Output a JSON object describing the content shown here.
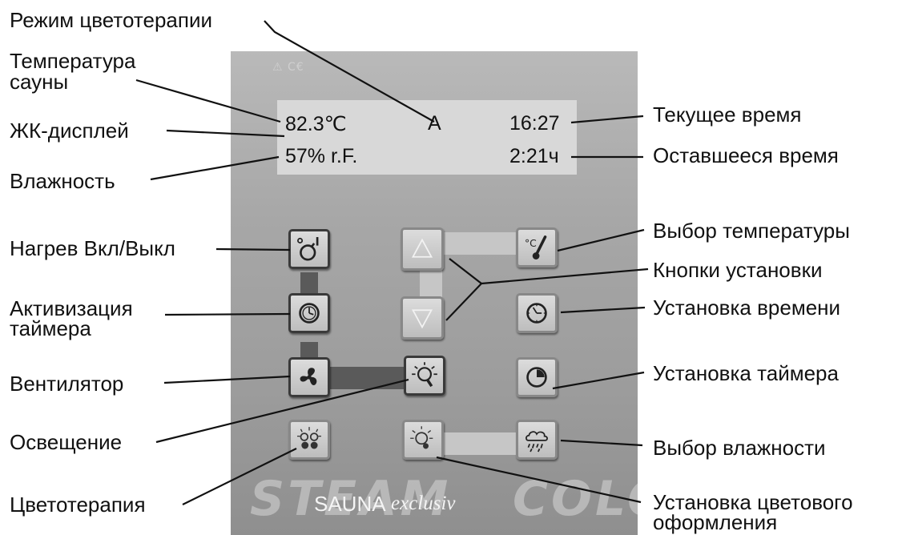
{
  "labels": {
    "color_mode": "Режим цветотерапии",
    "sauna_temp_l1": "Температура",
    "sauna_temp_l2": "сауны",
    "lcd_display": "ЖК-дисплей",
    "humidity": "Влажность",
    "heat_onoff": "Нагрев Вкл/Выкл",
    "timer_activate_l1": "Активизация",
    "timer_activate_l2": "таймера",
    "fan": "Вентилятор",
    "lighting": "Освещение",
    "color_therapy": "Цветотерапия",
    "current_time": "Текущее время",
    "remaining_time": "Оставшееся время",
    "temp_select": "Выбор температуры",
    "setting_buttons": "Кнопки установки",
    "time_setting": "Установка времени",
    "timer_setting": "Установка таймера",
    "humidity_select": "Выбор влажности",
    "color_design_l1": "Установка цветового",
    "color_design_l2": "оформления"
  },
  "lcd": {
    "temperature": "82.3℃",
    "mode": "A",
    "clock": "16:27",
    "humidity": "57% r.F.",
    "remaining": "2:21ч"
  },
  "panel": {
    "cert": "⚠ C€",
    "watermark_left": "STEAM",
    "watermark_right": "COLOR",
    "brand_main": "SAUNA",
    "brand_sub": "exclusiv"
  },
  "buttons": [
    {
      "name": "heat-onoff-button",
      "icon": "power-dial-icon"
    },
    {
      "name": "timer-activate-button",
      "icon": "clock-icon"
    },
    {
      "name": "fan-button",
      "icon": "fan-icon"
    },
    {
      "name": "color-therapy-button",
      "icon": "multi-bulb-icon"
    },
    {
      "name": "up-button",
      "icon": "triangle-up-icon"
    },
    {
      "name": "down-button",
      "icon": "triangle-down-icon"
    },
    {
      "name": "light-button",
      "icon": "lightbulb-icon"
    },
    {
      "name": "color-design-button",
      "icon": "bulb-rays-icon"
    },
    {
      "name": "temp-select-button",
      "icon": "thermometer-icon"
    },
    {
      "name": "time-setting-button",
      "icon": "clock-icon"
    },
    {
      "name": "timer-setting-button",
      "icon": "timer-icon"
    },
    {
      "name": "humidity-select-button",
      "icon": "cloud-rain-icon"
    }
  ],
  "colors": {
    "panel": "#a7a7a7",
    "lcd": "#d8d8d8",
    "text": "#111111"
  }
}
